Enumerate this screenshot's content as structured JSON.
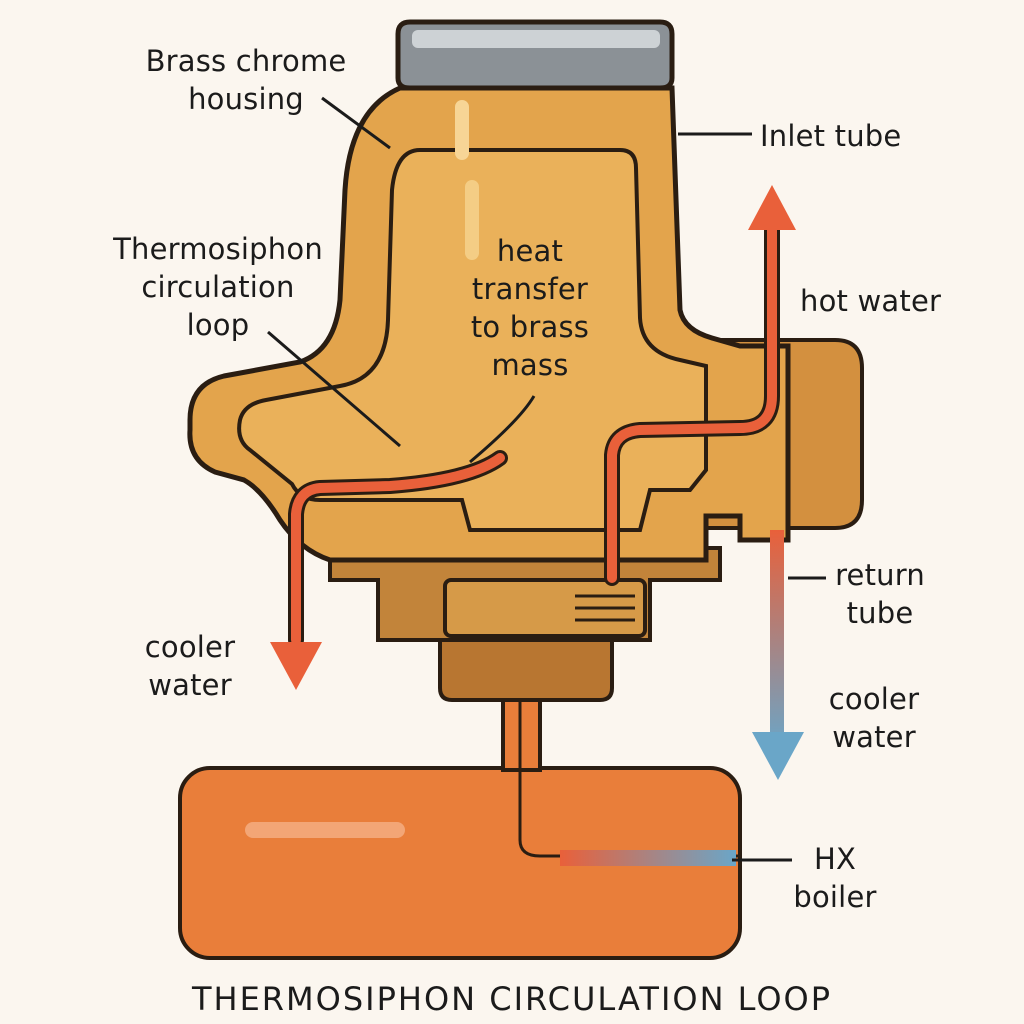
{
  "title": "THERMOSIPHON CIRCULATION LOOP",
  "labels": {
    "brass_housing": [
      "Brass chrome",
      "housing"
    ],
    "inlet_tube": "Inlet tube",
    "thermosiphon_loop": [
      "Thermosiphon",
      "circulation",
      "loop"
    ],
    "heat_transfer": [
      "heat",
      "transfer",
      "to brass",
      "mass"
    ],
    "hot_water": "hot water",
    "cooler_water_left": [
      "cooler",
      "water"
    ],
    "return_tube": [
      "return",
      "tube"
    ],
    "cooler_water_right": [
      "cooler",
      "water"
    ],
    "hx_boiler": [
      "HX",
      "boiler"
    ]
  },
  "colors": {
    "background": "#fbf6ef",
    "outline": "#2a1d12",
    "brass": "#e3a44c",
    "brass_light": "#f2c06d",
    "brass_shadow": "#b97a33",
    "bronze": "#b87631",
    "cap_steel": "#8b9196",
    "boiler": "#e97e3a",
    "hot_arrow": "#e9603a",
    "cool_arrow": "#6aa6c8"
  }
}
